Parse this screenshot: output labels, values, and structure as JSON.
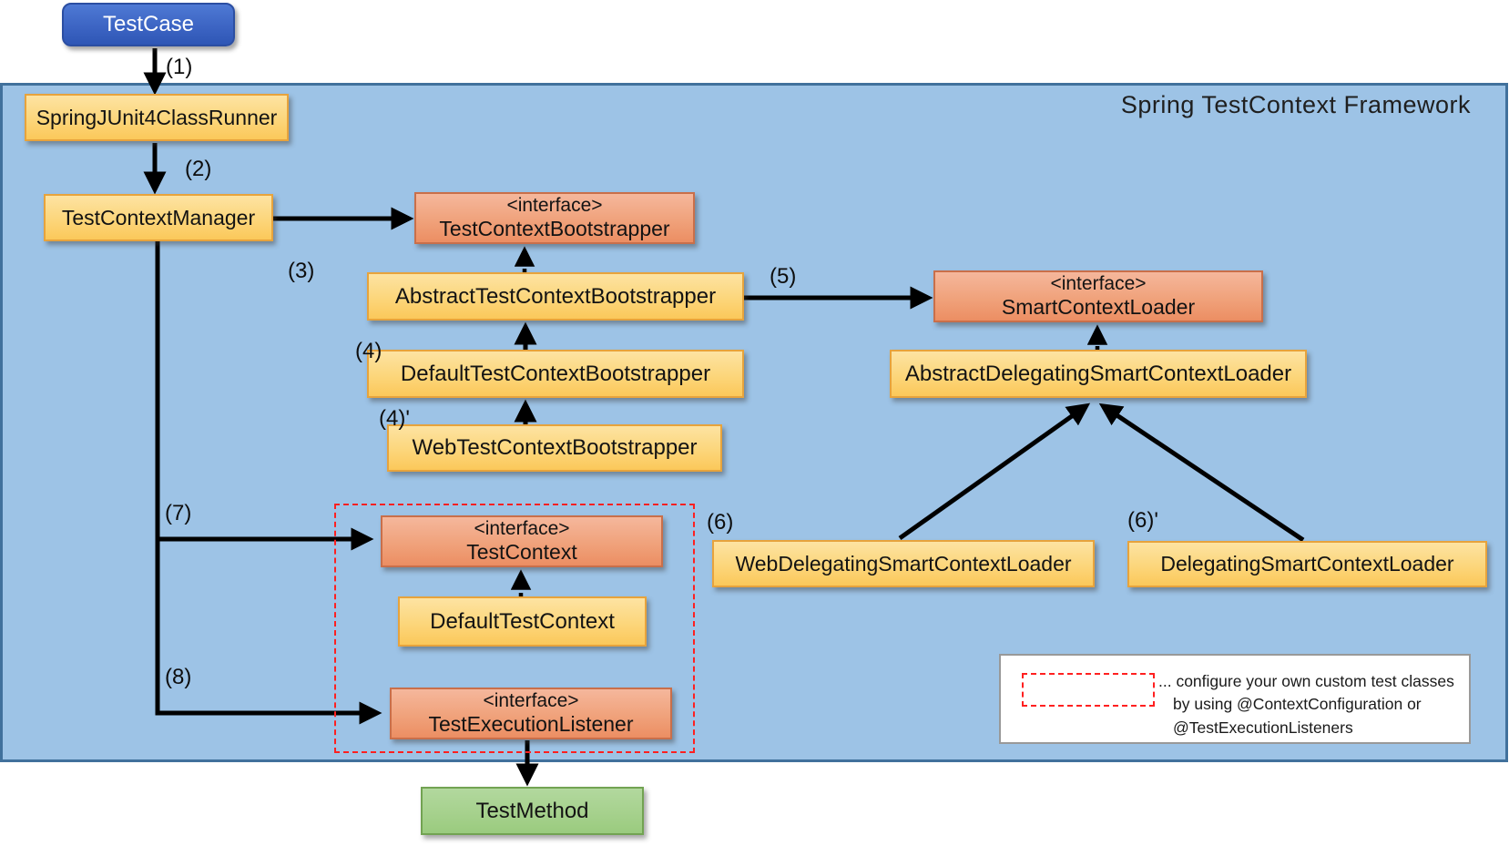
{
  "title": "Spring TestContext Framework",
  "nodes": {
    "testcase": {
      "label": "TestCase"
    },
    "runner": {
      "label": "SpringJUnit4ClassRunner"
    },
    "manager": {
      "label": "TestContextManager"
    },
    "bootstrapper_if": {
      "stereotype": "<interface>",
      "label": "TestContextBootstrapper"
    },
    "abstract_bootstrapper": {
      "label": "AbstractTestContextBootstrapper"
    },
    "default_bootstrapper": {
      "label": "DefaultTestContextBootstrapper"
    },
    "web_bootstrapper": {
      "label": "WebTestContextBootstrapper"
    },
    "smart_loader_if": {
      "stereotype": "<interface>",
      "label": "SmartContextLoader"
    },
    "abstract_delegating": {
      "label": "AbstractDelegatingSmartContextLoader"
    },
    "web_delegating": {
      "label": "WebDelegatingSmartContextLoader"
    },
    "delegating": {
      "label": "DelegatingSmartContextLoader"
    },
    "testcontext_if": {
      "stereotype": "<interface>",
      "label": "TestContext"
    },
    "default_testcontext": {
      "label": "DefaultTestContext"
    },
    "listener_if": {
      "stereotype": "<interface>",
      "label": "TestExecutionListener"
    },
    "testmethod": {
      "label": "TestMethod"
    }
  },
  "steps": {
    "s1": "(1)",
    "s2": "(2)",
    "s3": "(3)",
    "s4": "(4)",
    "s4p": "(4)'",
    "s5": "(5)",
    "s6": "(6)",
    "s6p": "(6)'",
    "s7": "(7)",
    "s8": "(8)"
  },
  "legend": {
    "line1": "... configure your own custom test classes",
    "line2": "by using @ContextConfiguration or",
    "line3": "@TestExecutionListeners"
  },
  "colors": {
    "frame_fill": "#9DC3E6",
    "frame_border": "#41719C",
    "class_fill_top": "#FDE3A2",
    "class_fill_bottom": "#FBC85A",
    "class_border": "#E7A33C",
    "interface_fill_top": "#F5B79C",
    "interface_fill_bottom": "#EC8E63",
    "interface_border": "#C96F4A",
    "entry_fill_top": "#4E79D4",
    "entry_fill_bottom": "#2E56B5",
    "entry_border": "#2B4EA2",
    "method_fill_top": "#B2D89E",
    "method_fill_bottom": "#9ACB7E",
    "method_border": "#72A352",
    "arrow": "#000000",
    "custom_group_dashed": "#FF2020"
  }
}
